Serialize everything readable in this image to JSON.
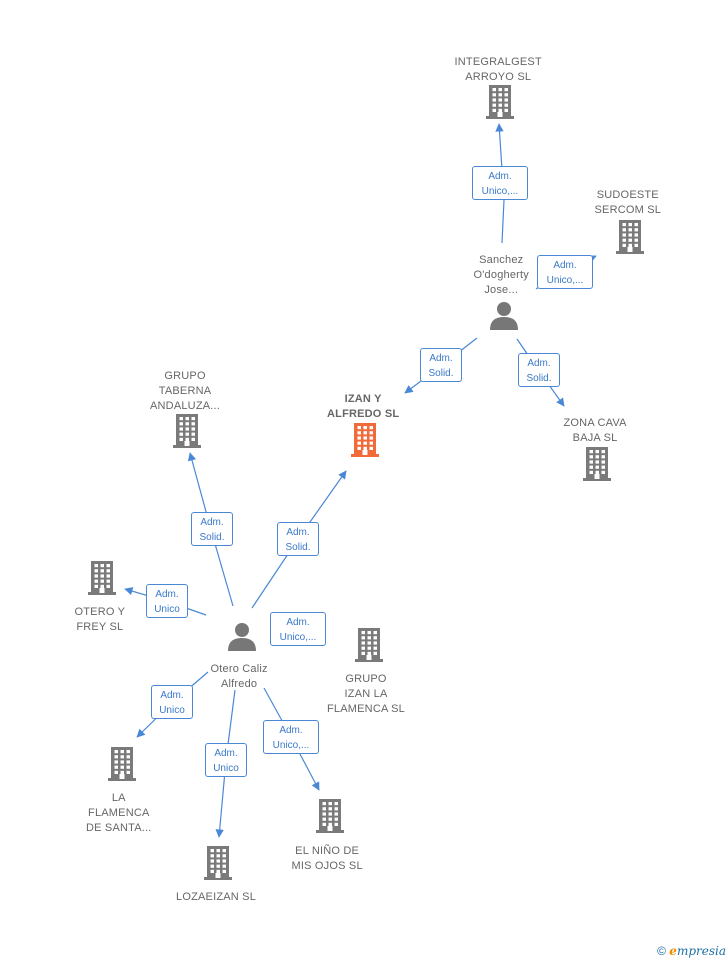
{
  "colors": {
    "company": "#7a7a7a",
    "focus_company": "#f26a3a",
    "person": "#777777",
    "edge": "#4a88d6"
  },
  "nodes": [
    {
      "id": "integralgest",
      "kind": "company",
      "lines": [
        "INTEGRALGEST",
        "ARROYO  SL"
      ]
    },
    {
      "id": "sudoeste",
      "kind": "company",
      "lines": [
        "SUDOESTE",
        "SERCOM  SL"
      ]
    },
    {
      "id": "sanchez",
      "kind": "person",
      "lines": [
        "Sanchez",
        "O'dogherty",
        "Jose..."
      ]
    },
    {
      "id": "izan_alfredo",
      "kind": "focus",
      "lines": [
        "IZAN Y",
        "ALFREDO  SL"
      ]
    },
    {
      "id": "zona_cava",
      "kind": "company",
      "lines": [
        "ZONA CAVA",
        "BAJA  SL"
      ]
    },
    {
      "id": "grupo_taberna",
      "kind": "company",
      "lines": [
        "GRUPO",
        "TABERNA",
        "ANDALUZA..."
      ]
    },
    {
      "id": "otero_frey",
      "kind": "company",
      "lines": [
        "OTERO Y",
        "FREY  SL"
      ]
    },
    {
      "id": "otero_caliz",
      "kind": "person",
      "lines": [
        "Otero Caliz",
        "Alfredo"
      ]
    },
    {
      "id": "grupo_izan",
      "kind": "company",
      "lines": [
        "GRUPO",
        "IZAN LA",
        "FLAMENCA  SL"
      ]
    },
    {
      "id": "la_flamenca",
      "kind": "company",
      "lines": [
        "LA",
        "FLAMENCA",
        "DE SANTA..."
      ]
    },
    {
      "id": "lozaeizan",
      "kind": "company",
      "lines": [
        "LOZAEIZAN  SL"
      ]
    },
    {
      "id": "el_nino",
      "kind": "company",
      "lines": [
        "EL NIÑO DE",
        "MIS OJOS  SL"
      ]
    }
  ],
  "edges": [
    {
      "from": "sanchez",
      "to": "integralgest",
      "lines": [
        "Adm.",
        "Unico,..."
      ]
    },
    {
      "from": "sanchez",
      "to": "sudoeste",
      "lines": [
        "Adm.",
        "Unico,..."
      ]
    },
    {
      "from": "sanchez",
      "to": "izan_alfredo",
      "lines": [
        "Adm.",
        "Solid."
      ]
    },
    {
      "from": "sanchez",
      "to": "zona_cava",
      "lines": [
        "Adm.",
        "Solid."
      ]
    },
    {
      "from": "otero_caliz",
      "to": "grupo_taberna",
      "lines": [
        "Adm.",
        "Solid."
      ]
    },
    {
      "from": "otero_caliz",
      "to": "izan_alfredo",
      "lines": [
        "Adm.",
        "Solid."
      ]
    },
    {
      "from": "otero_caliz",
      "to": "otero_frey",
      "lines": [
        "Adm.",
        "Unico"
      ]
    },
    {
      "from": "otero_caliz",
      "to": "grupo_izan",
      "lines": [
        "Adm.",
        "Unico,..."
      ]
    },
    {
      "from": "otero_caliz",
      "to": "la_flamenca",
      "lines": [
        "Adm.",
        "Unico"
      ]
    },
    {
      "from": "otero_caliz",
      "to": "lozaeizan",
      "lines": [
        "Adm.",
        "Unico"
      ]
    },
    {
      "from": "otero_caliz",
      "to": "el_nino",
      "lines": [
        "Adm.",
        "Unico,..."
      ]
    }
  ],
  "brand": {
    "copyright": "©",
    "initial": "e",
    "rest": "mpresia"
  }
}
